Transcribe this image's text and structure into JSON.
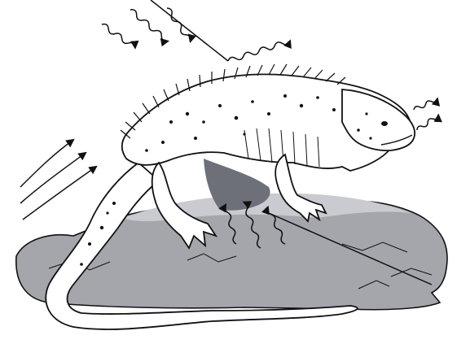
{
  "figure": {
    "subject": "iguana-on-rock",
    "colors": {
      "rock": "#9c9ea4",
      "rock_light": "#c9cbd0",
      "outline": "#111111",
      "body": "#ffffff",
      "shadow": "#5d6068"
    },
    "arrow_groups": [
      {
        "name": "incoming-solar-radiation",
        "count": 3,
        "style": "wavy"
      },
      {
        "name": "emitted-radiation-from-back",
        "count": 1,
        "style": "wavy"
      },
      {
        "name": "emitted-radiation-from-head",
        "count": 2,
        "style": "wavy"
      },
      {
        "name": "convection-air-flow",
        "count": 3,
        "style": "curved"
      },
      {
        "name": "radiation-from-rock",
        "count": 3,
        "style": "wavy"
      },
      {
        "name": "conduction-to-rock",
        "count": 1,
        "style": "straight"
      }
    ]
  }
}
